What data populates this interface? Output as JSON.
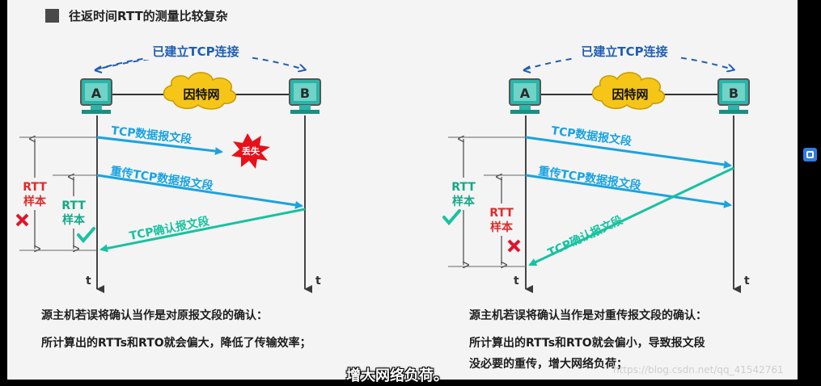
{
  "title": "往返时间RTT的测量比较复杂",
  "left_panel": {
    "connection_label": "已建立TCP连接",
    "host_a": "A",
    "host_b": "B",
    "cloud": "因特网",
    "arrow_send": "TCP数据报文段",
    "lost_badge": "丢失",
    "arrow_resend": "重传TCP数据报文段",
    "arrow_ack": "TCP确认报文段",
    "rtt_outer_line1": "RTT",
    "rtt_outer_line2": "样本",
    "rtt_inner_line1": "RTT",
    "rtt_inner_line2": "样本",
    "t_a": "t",
    "t_b": "t",
    "caption1": "源主机若误将确认当作是对原报文段的确认：",
    "caption2": "所计算出的RTTs和RTO就会偏大，降低了传输效率；"
  },
  "right_panel": {
    "connection_label": "已建立TCP连接",
    "host_a": "A",
    "host_b": "B",
    "cloud": "因特网",
    "arrow_send": "TCP数据报文段",
    "arrow_resend": "重传TCP数据报文段",
    "arrow_ack": "TCP确认报文段",
    "rtt_outer_line1": "RTT",
    "rtt_outer_line2": "样本",
    "rtt_inner_line1": "RTT",
    "rtt_inner_line2": "样本",
    "t_a": "t",
    "t_b": "t",
    "caption1": "源主机若误将确认当作是对重传报文段的确认：",
    "caption2a": "所计算出的RTTs和RTO就会偏小，导致报文段",
    "caption2b": "没必要的重传，增大网络负荷；"
  },
  "video_subtitle": "增大网络负荷。",
  "watermark": "https://blog.csdn.net/qq_41542761",
  "colors": {
    "blue_arrow": "#1aa3e0",
    "green_arrow": "#17c2a0",
    "red_text": "#e02a2a",
    "green_text": "#13a887",
    "host_fill": "#2bb5a8",
    "cloud_fill": "#f5c518",
    "lost_burst": "#e8101a",
    "connection_blue": "#1f5eb4"
  },
  "icons": [
    "cross-icon",
    "check-icon",
    "side-toolbar-icon"
  ]
}
